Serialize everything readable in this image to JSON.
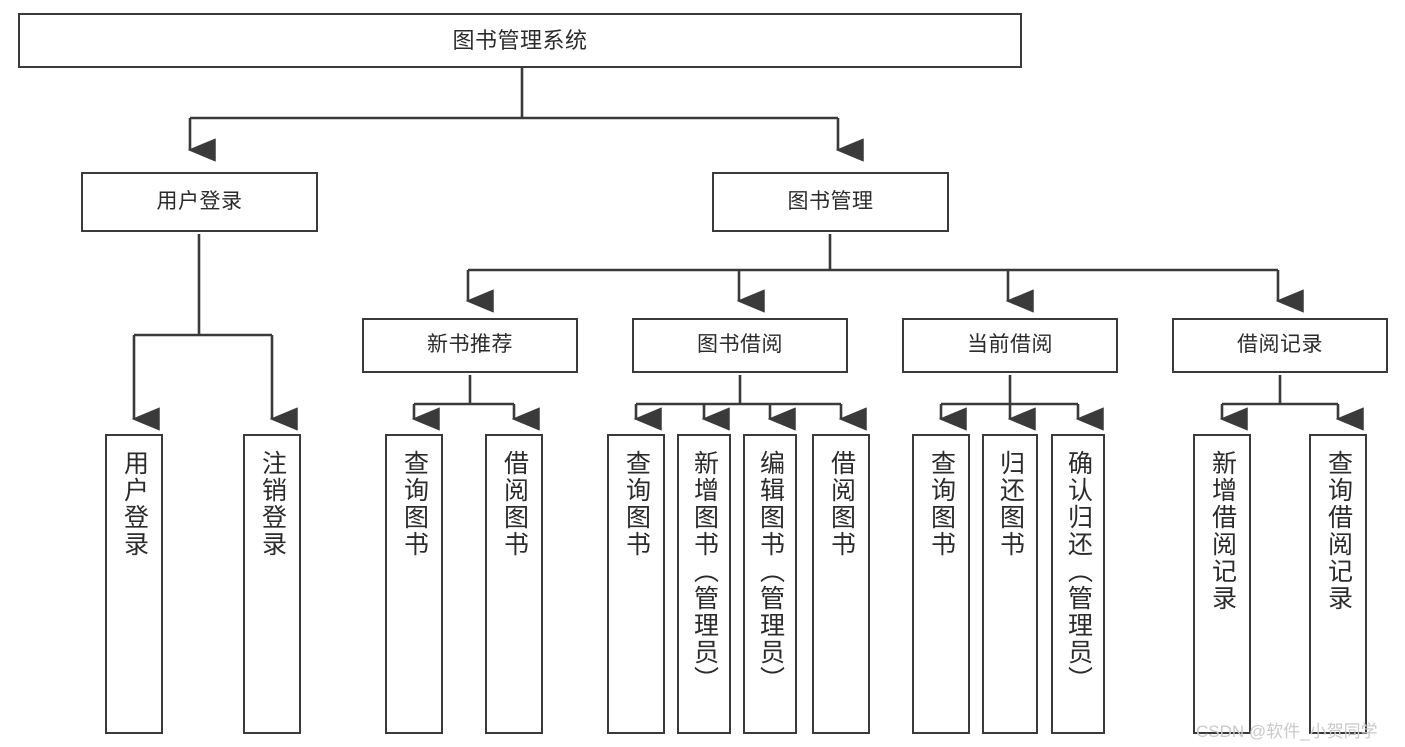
{
  "diagram": {
    "type": "tree",
    "title": "图书管理系统",
    "stroke_color": "#3a3a3a",
    "text_color": "#2b2b2b",
    "background": "#ffffff",
    "nodes": {
      "root": {
        "label": "图书管理系统",
        "level": 1
      },
      "l2_a": {
        "label": "用户登录",
        "level": 2
      },
      "l2_b": {
        "label": "图书管理",
        "level": 2
      },
      "l3_a": {
        "label": "新书推荐",
        "level": 3
      },
      "l3_b": {
        "label": "图书借阅",
        "level": 3
      },
      "l3_c": {
        "label": "当前借阅",
        "level": 3
      },
      "l3_d": {
        "label": "借阅记录",
        "level": 3
      },
      "leaf_1": {
        "label": "用户登录",
        "level": 4,
        "parent": "用户登录"
      },
      "leaf_2": {
        "label": "注销登录",
        "level": 4,
        "parent": "用户登录"
      },
      "leaf_3": {
        "label": "查询图书",
        "level": 4,
        "parent": "新书推荐"
      },
      "leaf_4": {
        "label": "借阅图书",
        "level": 4,
        "parent": "新书推荐"
      },
      "leaf_5": {
        "label": "查询图书",
        "level": 4,
        "parent": "图书借阅"
      },
      "leaf_6": {
        "label": "新增图书（管理员）",
        "level": 4,
        "parent": "图书借阅"
      },
      "leaf_7": {
        "label": "编辑图书（管理员）",
        "level": 4,
        "parent": "图书借阅"
      },
      "leaf_8": {
        "label": "借阅图书",
        "level": 4,
        "parent": "图书借阅"
      },
      "leaf_9": {
        "label": "查询图书",
        "level": 4,
        "parent": "当前借阅"
      },
      "leaf_10": {
        "label": "归还图书",
        "level": 4,
        "parent": "当前借阅"
      },
      "leaf_11": {
        "label": "确认归还（管理员）",
        "level": 4,
        "parent": "当前借阅"
      },
      "leaf_12": {
        "label": "新增借阅记录",
        "level": 4,
        "parent": "借阅记录"
      },
      "leaf_13": {
        "label": "查询借阅记录",
        "level": 4,
        "parent": "借阅记录"
      }
    }
  },
  "watermark": {
    "text": "CSDN @软件_小贺同学",
    "color": "#c9c9c9"
  }
}
